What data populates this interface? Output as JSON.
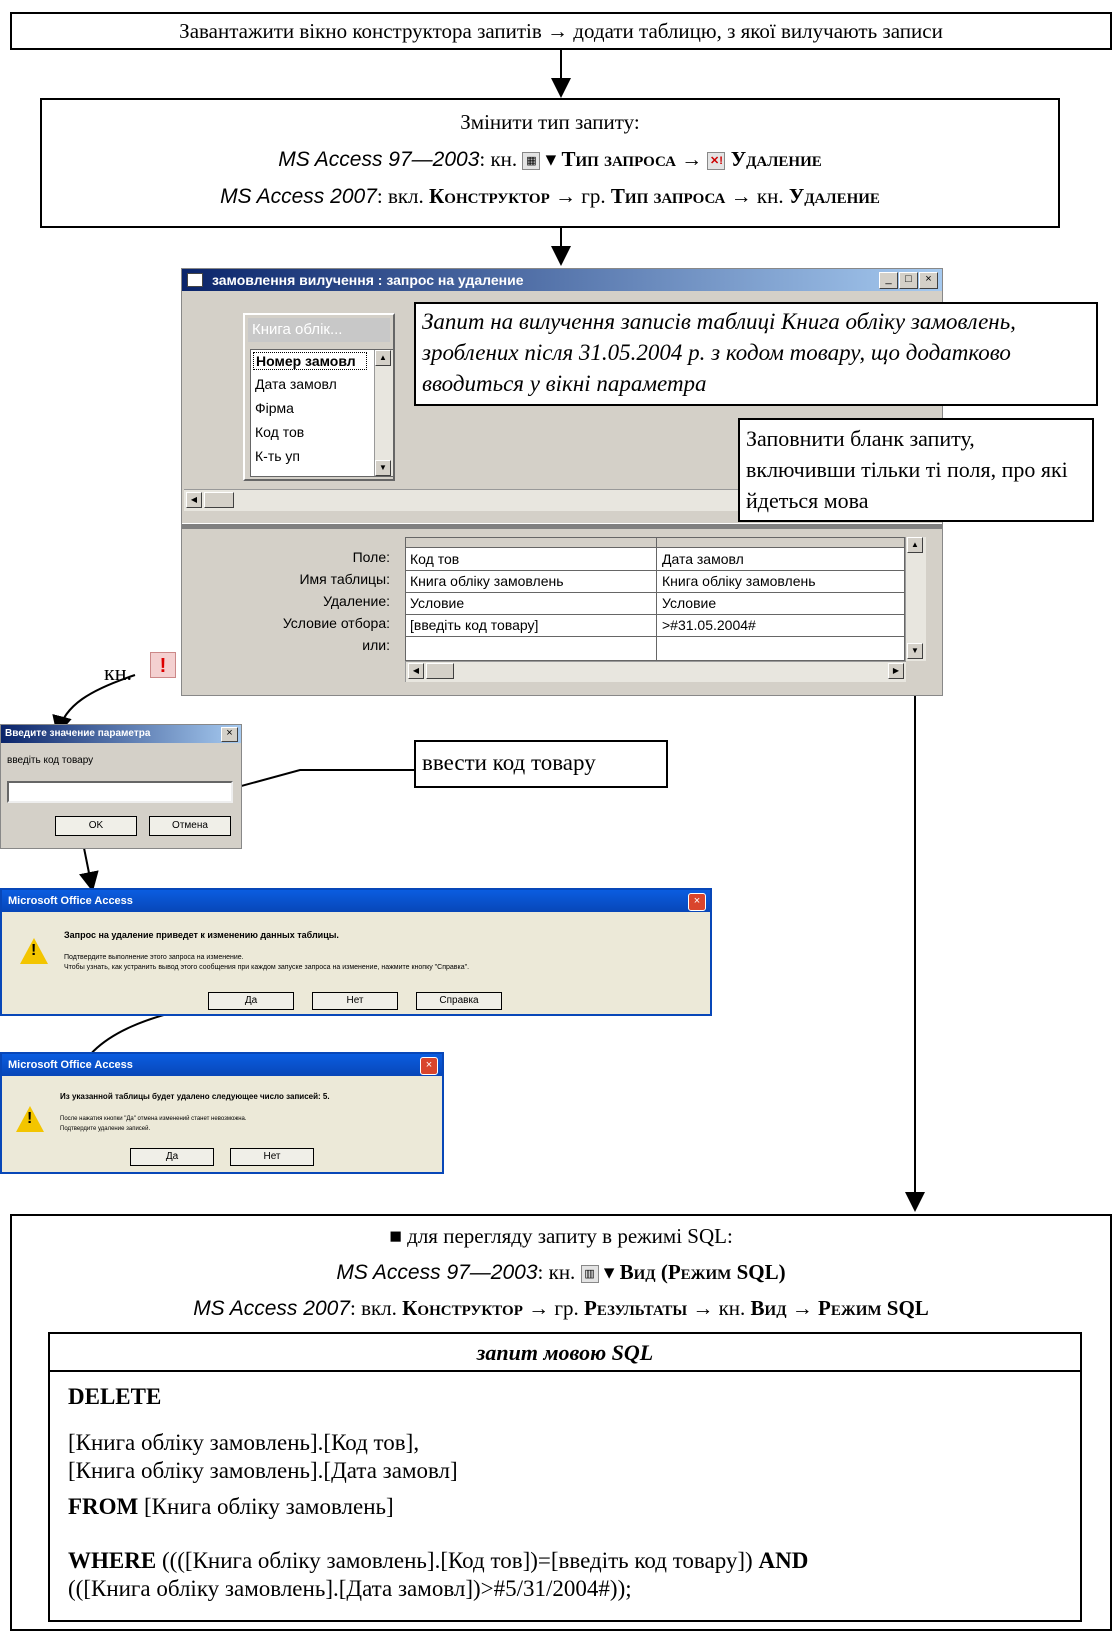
{
  "step1": {
    "text": "Завантажити вікно конструктора запитів → додати таблицю, з якої вилучають записи"
  },
  "step2": {
    "line1": "Змінити тип запиту:",
    "line2_prefix": "MS Access 97—2003",
    "line2_rest_a": ": кн. ",
    "line2_rest_b": "Тип запроса →",
    "line2_rest_c": "Удаление",
    "line3_prefix": "MS Access 2007",
    "line3_rest_a": ": вкл. ",
    "line3_rest_b": "Конструктор",
    "line3_rest_c": " → гр. ",
    "line3_rest_d": "Тип запроса",
    "line3_rest_e": " → кн. ",
    "line3_rest_f": "Удаление"
  },
  "query_window": {
    "title": "замовлення вилучення : запрос на удаление",
    "table_list_title": "Книга облік...",
    "fields": [
      "Номер замовл",
      "Дата замовл",
      "Фірма",
      "Код тов",
      "К-ть уп"
    ],
    "grid_labels": [
      "Поле:",
      "Имя таблицы:",
      "Удаление:",
      "Условие отбора:",
      "или:"
    ],
    "col1": [
      "Код тов",
      "Книга обліку замовлень",
      "Условие",
      "[введіть код товару]",
      ""
    ],
    "col2": [
      "Дата замовл",
      "Книга обліку замовлень",
      "Условие",
      ">#31.05.2004#",
      ""
    ]
  },
  "note1": "Запит на вилучення записів таблиці Книга обліку замовлень, зроблених після 31.05.2004 р. з кодом товару, що додатково вводиться у вікні параметра",
  "note2": "Заповнити бланк запиту, включивши тільки ті поля, про які йдеться мова",
  "run_label": "кн.",
  "param_dialog": {
    "title": "Введите значение параметра",
    "prompt": "введіть код товару",
    "ok": "OK",
    "cancel": "Отмена"
  },
  "note3": "ввести код товару",
  "msg1": {
    "title": "Microsoft Office Access",
    "heading": "Запрос на удаление приведет к изменению данных таблицы.",
    "line1": "Подтвердите выполнение этого запроса на изменение.",
    "line2": "Чтобы узнать, как устранить вывод этого сообщения при каждом запуске запроса на изменение, нажмите кнопку \"Справка\".",
    "yes": "Да",
    "no": "Нет",
    "help": "Справка"
  },
  "msg2": {
    "title": "Microsoft Office Access",
    "heading": "Из указанной таблицы будет удалено следующее число записей: 5.",
    "line1": "После нажатия кнопки \"Да\" отмена изменений станет невозможна.",
    "line2": "Подтвердите удаление записей.",
    "yes": "Да",
    "no": "Нет"
  },
  "sql_box": {
    "line1_bullet": "■",
    "line1": " для перегляду запиту в режимі SQL:",
    "line2_prefix": "MS Access 97—2003",
    "line2_a": ": кн. ",
    "line2_b": "Вид (Режим SQL)",
    "line3_prefix": "MS Access 2007",
    "line3_a": ": вкл. ",
    "line3_b": "Конструктор",
    "line3_c": " → гр. ",
    "line3_d": "Результаты",
    "line3_e": " → кн. ",
    "line3_f": "Вид",
    "line3_g": " → ",
    "line3_h": "Режим SQL",
    "table_header": "запит мовою SQL",
    "sql_delete": "DELETE",
    "sql_fields_1": "[Книга обліку замовлень].[Код тов],",
    "sql_fields_2": "[Книга обліку замовлень].[Дата замовл]",
    "sql_from_kw": "FROM",
    "sql_from": " [Книга обліку замовлень]",
    "sql_where_kw": "WHERE",
    "sql_where_1a": " ((([Книга обліку замовлень].[Код тов])=[введіть код товару]) ",
    "sql_where_and": "AND",
    "sql_where_2": "(([Книга обліку замовлень].[Дата замовл])>#5/31/2004#));"
  }
}
